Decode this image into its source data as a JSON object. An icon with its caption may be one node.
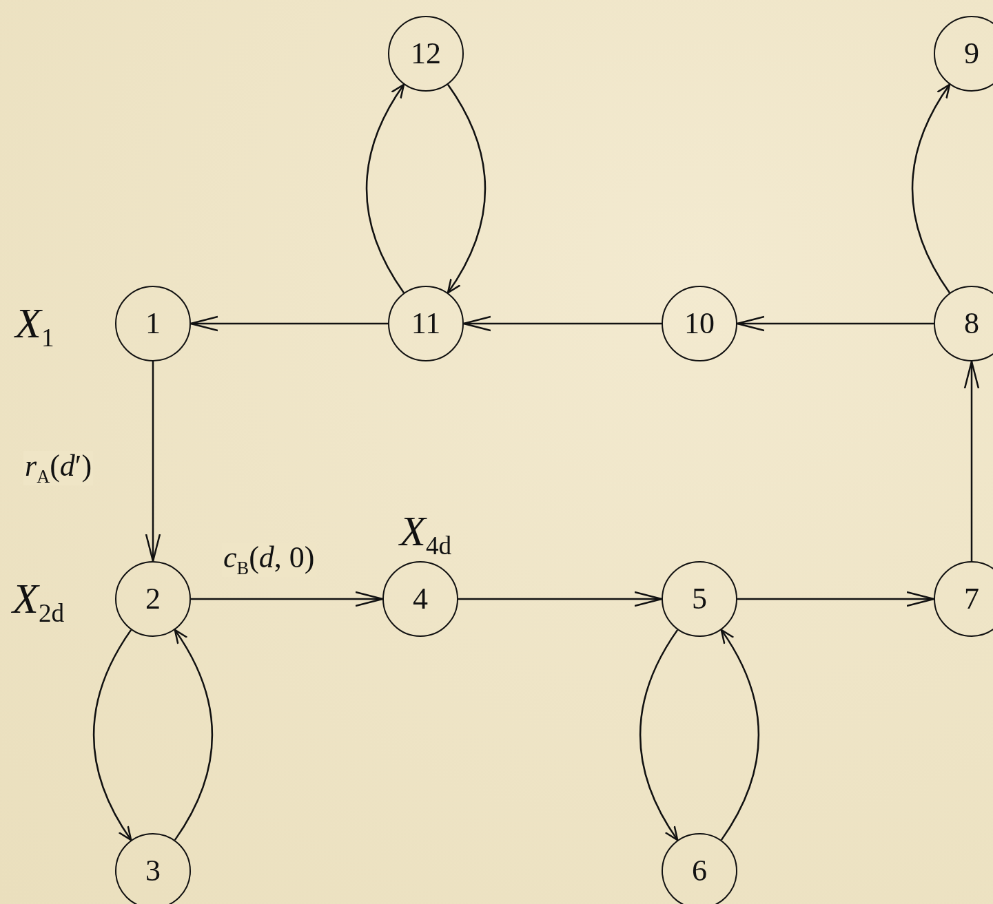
{
  "diagram": {
    "nodes": [
      {
        "text": [
          "1"
        ],
        "beside": [
          "*X*$_{1}$"
        ]
      },
      {
        "text": [
          "2"
        ],
        "beside": [
          "*X*$_{2d}$"
        ]
      },
      {
        "text": [
          "3"
        ]
      },
      {
        "text": [
          "4"
        ],
        "beside": [
          "*X*$_{4d}$"
        ]
      },
      {
        "text": [
          "5"
        ]
      },
      {
        "text": [
          "6"
        ]
      },
      {
        "text": [
          "7"
        ]
      },
      {
        "text": [
          "8"
        ]
      },
      {
        "text": [
          "9"
        ]
      },
      {
        "text": [
          "10"
        ]
      },
      {
        "text": [
          "11"
        ]
      },
      {
        "text": [
          "12"
        ]
      }
    ],
    "edges": [
      {
        "from": 0,
        "to": 1,
        "arrow": "to",
        "label": "*r*$_{A}$(*d*′)"
      },
      {
        "from": 1,
        "to": 2,
        "arrow": "to"
      },
      {
        "from": 2,
        "to": 1,
        "arrow": "to"
      },
      {
        "from": 1,
        "to": 3,
        "arrow": "to",
        "label": "*c*$_{B}$(*d*, 0)"
      },
      {
        "from": 3,
        "to": 4,
        "arrow": "to"
      },
      {
        "from": 4,
        "to": 5,
        "arrow": "to"
      },
      {
        "from": 5,
        "to": 4,
        "arrow": "to"
      },
      {
        "from": 4,
        "to": 6,
        "arrow": "to"
      },
      {
        "from": 6,
        "to": 7,
        "arrow": "to"
      },
      {
        "from": 7,
        "to": 8,
        "arrow": "to"
      },
      {
        "from": 7,
        "to": 9,
        "arrow": "to"
      },
      {
        "from": 9,
        "to": 10,
        "arrow": "to"
      },
      {
        "from": 10,
        "to": 0,
        "arrow": "to"
      },
      {
        "from": 10,
        "to": 11,
        "arrow": "to"
      },
      {
        "from": 11,
        "to": 10,
        "arrow": "to"
      }
    ]
  }
}
